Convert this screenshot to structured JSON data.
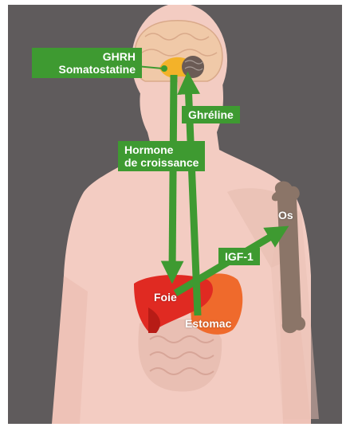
{
  "labels": {
    "ghrh": "GHRH",
    "somatostatine": "Somatostatine",
    "ghreline": "Ghréline",
    "hormone_line1": "Hormone",
    "hormone_line2": "de croissance",
    "igf1": "IGF-1",
    "os": "Os",
    "foie": "Foie",
    "estomac": "Estomac"
  },
  "colors": {
    "background": "#5f5b5c",
    "skin": "#f3ccc2",
    "arrow": "#3e9a31",
    "liver": "#e02a22",
    "stomach": "#ef6a2c",
    "bone": "#8b7568",
    "brain": "#f0c9a8"
  }
}
